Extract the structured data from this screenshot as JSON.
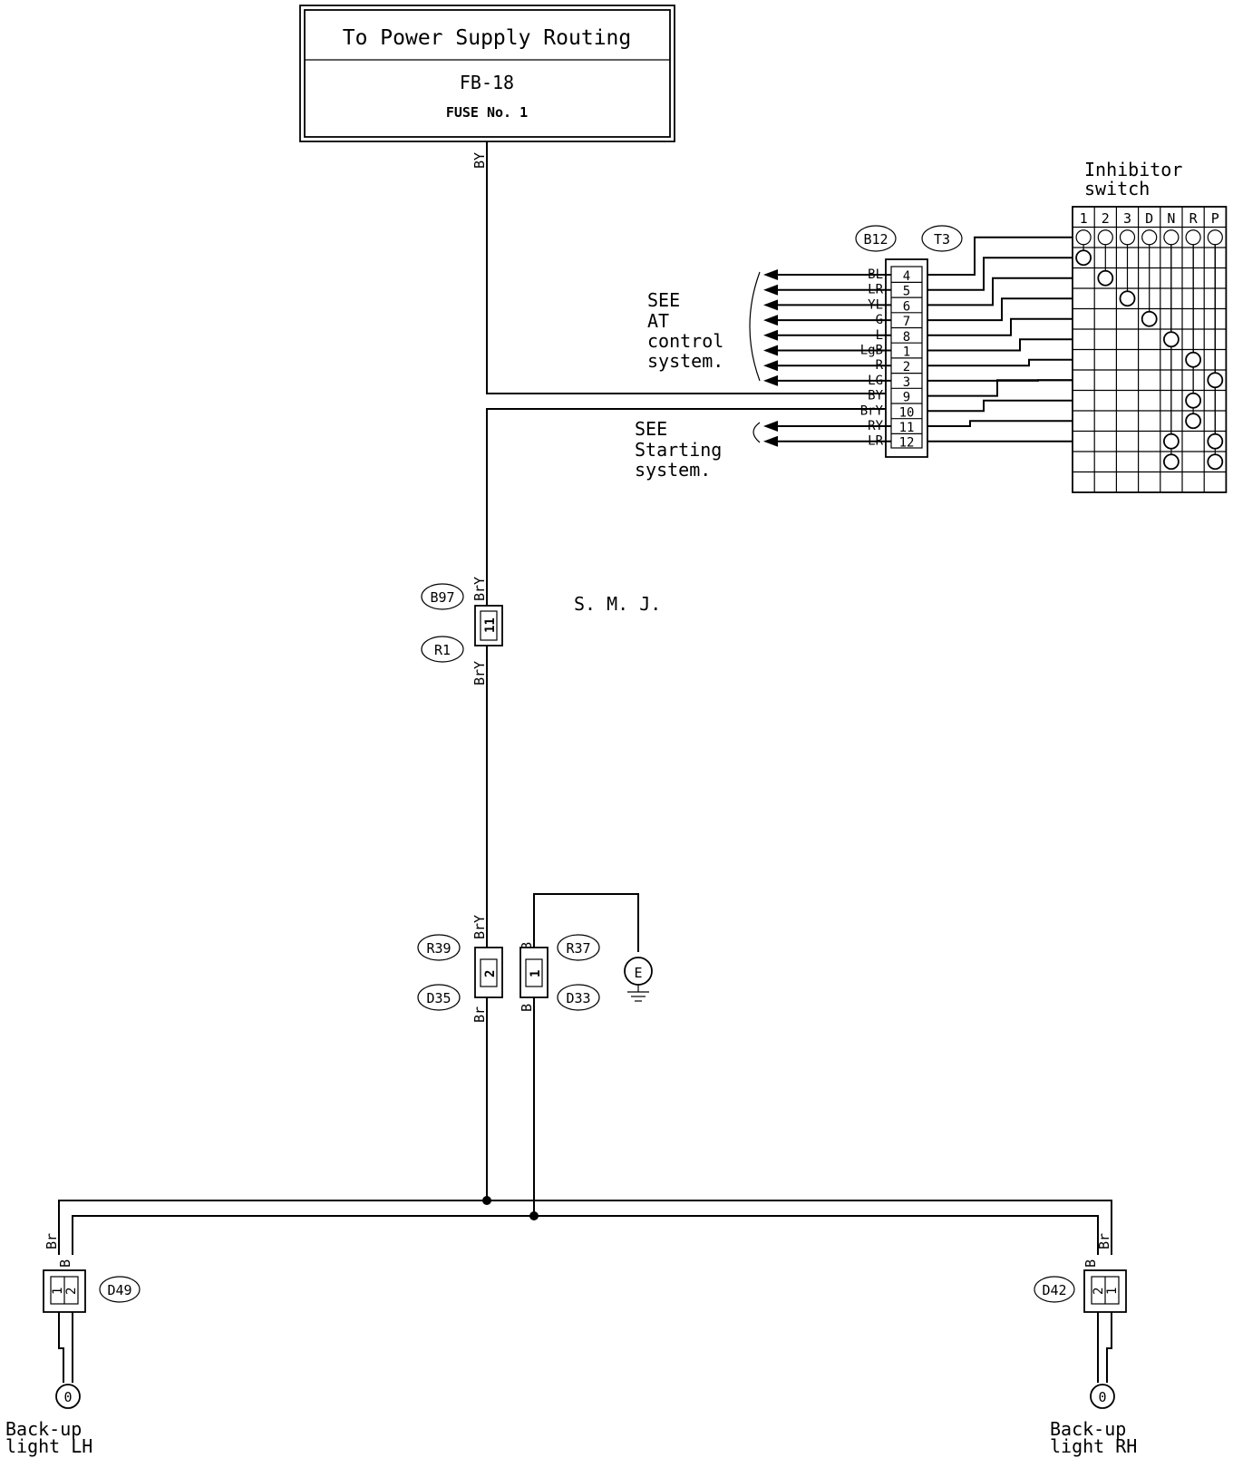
{
  "power_box": {
    "title": "To Power Supply Routing",
    "code": "FB-18",
    "fuse": "FUSE No. 1"
  },
  "supply_wire": "BY",
  "connector_b12": {
    "id": "B12",
    "mate": "T3"
  },
  "connector_pins": [
    {
      "pin": "4",
      "wire": "BL"
    },
    {
      "pin": "5",
      "wire": "LR"
    },
    {
      "pin": "6",
      "wire": "YL"
    },
    {
      "pin": "7",
      "wire": "G"
    },
    {
      "pin": "8",
      "wire": "L"
    },
    {
      "pin": "1",
      "wire": "LgB"
    },
    {
      "pin": "2",
      "wire": "R"
    },
    {
      "pin": "3",
      "wire": "LG"
    },
    {
      "pin": "9",
      "wire": "BY"
    },
    {
      "pin": "10",
      "wire": "BrY"
    },
    {
      "pin": "11",
      "wire": "RY"
    },
    {
      "pin": "12",
      "wire": "LR"
    }
  ],
  "notes": {
    "at_control": [
      "SEE",
      "AT",
      "control",
      "system."
    ],
    "starting": [
      "SEE",
      "Starting",
      "system."
    ]
  },
  "inhibitor_switch": {
    "title": [
      "Inhibitor",
      "switch"
    ],
    "positions": [
      "1",
      "2",
      "3",
      "D",
      "N",
      "R",
      "P"
    ]
  },
  "smj": {
    "label": "S. M. J.",
    "connector_top": "B97",
    "connector_bottom": "R1",
    "wire_top": "BrY",
    "wire_bottom": "BrY",
    "pin": "11"
  },
  "joint_connectors": {
    "left_top": "R39",
    "left_bottom": "D35",
    "right_top": "R37",
    "right_bottom": "D33",
    "left_wire_top": "BrY",
    "left_wire_bottom": "Br",
    "left_pin": "2",
    "right_wire_top": "B",
    "right_wire_bottom": "B",
    "right_pin": "1",
    "ground": "E"
  },
  "lamps": {
    "left": {
      "connector": "D49",
      "label": [
        "Back-up",
        "light LH"
      ],
      "wire_outer": "Br",
      "wire_inner": "B",
      "pins": [
        "1",
        "2"
      ]
    },
    "right": {
      "connector": "D42",
      "label": [
        "Back-up",
        "light RH"
      ],
      "wire_outer": "Br",
      "wire_inner": "B",
      "pins": [
        "2",
        "1"
      ]
    }
  }
}
